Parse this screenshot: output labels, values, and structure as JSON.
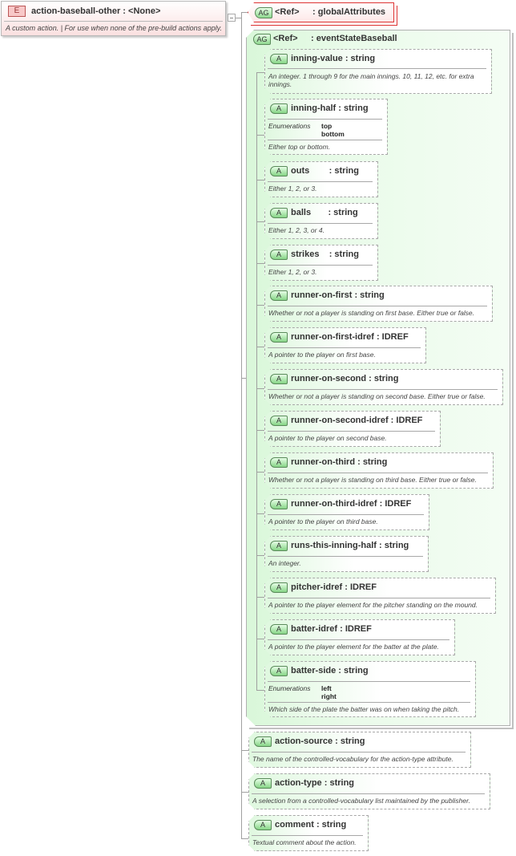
{
  "element": {
    "badge": "E",
    "title": "action-baseball-other : <None>",
    "description": "A custom action. | For use when none of the pre-build actions apply."
  },
  "attribute_groups": [
    {
      "badge": "AG",
      "ref": "<Ref>",
      "name": ": globalAttributes"
    },
    {
      "badge": "AG",
      "ref": "<Ref>",
      "name": ": eventStateBaseball"
    }
  ],
  "group_attributes": [
    {
      "badge": "A",
      "name": "inning-value : string",
      "description": "An integer. 1 through 9 for the main innings. 10, 11, 12, etc. for extra innings."
    },
    {
      "badge": "A",
      "name": "inning-half : string",
      "enum_label": "Enumerations",
      "enumerations": [
        "top",
        "bottom"
      ],
      "description": "Either top or bottom."
    },
    {
      "badge": "A",
      "name": "outs        : string",
      "description": "Either 1, 2, or 3."
    },
    {
      "badge": "A",
      "name": "balls       : string",
      "description": "Either 1, 2, 3, or 4."
    },
    {
      "badge": "A",
      "name": "strikes    : string",
      "description": "Either 1, 2, or 3."
    },
    {
      "badge": "A",
      "name": "runner-on-first : string",
      "description": "Whether or not a player is standing on first base. Either true or false."
    },
    {
      "badge": "A",
      "name": "runner-on-first-idref : IDREF",
      "description": "A pointer to the player on first base."
    },
    {
      "badge": "A",
      "name": "runner-on-second : string",
      "description": "Whether or not a player is standing on second base. Either true or false."
    },
    {
      "badge": "A",
      "name": "runner-on-second-idref : IDREF",
      "description": "A pointer to the player on second base."
    },
    {
      "badge": "A",
      "name": "runner-on-third : string",
      "description": "Whether or not a player is standing on third base. Either true or false."
    },
    {
      "badge": "A",
      "name": "runner-on-third-idref : IDREF",
      "description": "A pointer to the player on third base."
    },
    {
      "badge": "A",
      "name": "runs-this-inning-half : string",
      "description": "An integer."
    },
    {
      "badge": "A",
      "name": "pitcher-idref : IDREF",
      "description": "A pointer to the player element for the pitcher standing on the mound."
    },
    {
      "badge": "A",
      "name": "batter-idref : IDREF",
      "description": "A pointer to the player element for the batter at the plate."
    },
    {
      "badge": "A",
      "name": "batter-side : string",
      "enum_label": "Enumerations",
      "enumerations": [
        "left",
        "right"
      ],
      "description": "Which side of the plate the batter was on when taking the pitch."
    }
  ],
  "attributes": [
    {
      "badge": "A",
      "name": "action-source : string",
      "description": "The name of the controlled-vocabulary for the action-type attribute."
    },
    {
      "badge": "A",
      "name": "action-type : string",
      "description": "A selection from a controlled-vocabulary list maintained by the publisher."
    },
    {
      "badge": "A",
      "name": "comment : string",
      "description": "Textual comment about the action."
    }
  ]
}
